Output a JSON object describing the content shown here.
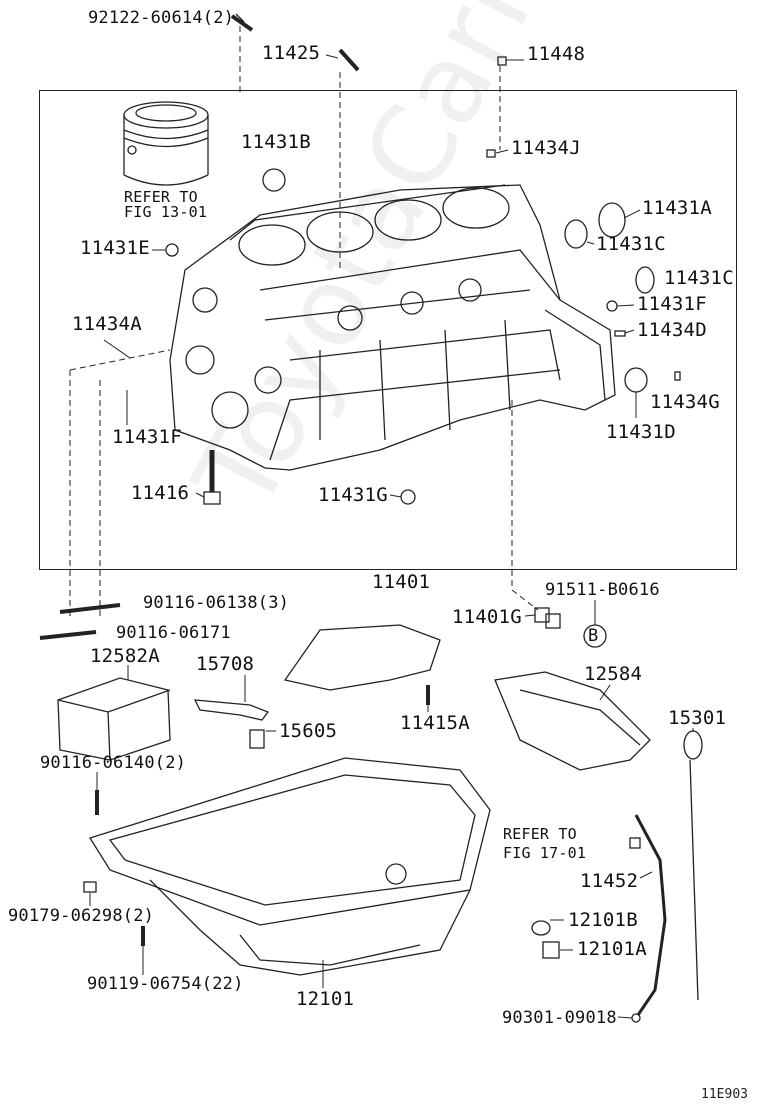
{
  "diagram": {
    "sheet_code": "11E903",
    "watermark": "ToyotaCarParts.ru",
    "labels": {
      "p92122": "92122-60614(2)",
      "p11425": "11425",
      "p11448": "11448",
      "p11431B": "11431B",
      "refer1a": "REFER TO",
      "refer1b": "FIG 13-01",
      "p11434J": "11434J",
      "p11431A": "11431A",
      "p11431E": "11431E",
      "p11431C_a": "11431C",
      "p11431C_b": "11431C",
      "p11431F_a": "11431F",
      "p11434A": "11434A",
      "p11434D": "11434D",
      "p11434G": "11434G",
      "p11431F_b": "11431F",
      "p11431D": "11431D",
      "p11416": "11416",
      "p11431G": "11431G",
      "p11401": "11401",
      "p91511": "91511-B0616",
      "p90116_3": "90116-06138(3)",
      "p11401G": "11401G",
      "p90116_171": "90116-06171",
      "circleB": "B",
      "p12582A": "12582A",
      "p15708": "15708",
      "p12584": "12584",
      "p15301": "15301",
      "p15605": "15605",
      "p11415A": "11415A",
      "p90116_140": "90116-06140(2)",
      "refer2a": "REFER TO",
      "refer2b": "FIG 17-01",
      "p11452": "11452",
      "p90179": "90179-06298(2)",
      "p12101B": "12101B",
      "p12101A": "12101A",
      "p90119": "90119-06754(22)",
      "p12101": "12101",
      "p90301": "90301-09018"
    }
  }
}
